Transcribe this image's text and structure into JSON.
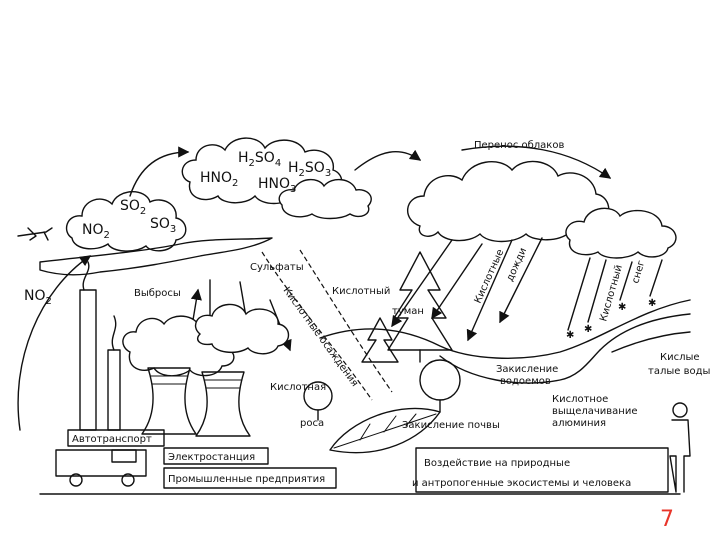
{
  "labels": {
    "cloud_transfer": "Перенос облаков",
    "emissions": "Выбросы",
    "sulfates": "Сульфаты",
    "acid_deposition": "Кислотные осаждения",
    "acid_fog_1": "Кислотный",
    "acid_fog_2": "туман",
    "acid_rain_1": "Кислотные",
    "acid_rain_2": "дожди",
    "acid_snow_1": "Кислотный",
    "acid_snow_2": "снег",
    "acid_dew_1": "Кислотная",
    "acid_dew_2": "роса",
    "water_acid_1": "Закисление",
    "water_acid_2": "водоемов",
    "acid_melt_1": "Кислые",
    "acid_melt_2": "талые воды",
    "leaching_1": "Кислотное",
    "leaching_2": "выщелачивание",
    "leaching_3": "алюминия",
    "soil_acid": "Закисление почвы",
    "transport": "Автотранспорт",
    "power_plant": "Электростанция",
    "industry": "Промышленные предприятия",
    "impact_1": "Воздействие на природные",
    "impact_2": "и антропогенные экосистемы и человека"
  },
  "chem": {
    "h2so4": {
      "base": "H",
      "s1": "2",
      "mid": "SO",
      "s2": "4"
    },
    "hno2": {
      "base": "HNO",
      "s1": "2"
    },
    "h2so3": {
      "base": "H",
      "s1": "2",
      "mid": "SO",
      "s2": "3"
    },
    "hno3": {
      "base": "HNO",
      "s1": "3"
    },
    "so2": {
      "base": "SO",
      "s1": "2"
    },
    "no2_cloud": {
      "base": "NO",
      "s1": "2"
    },
    "so3": {
      "base": "SO",
      "s1": "3"
    },
    "no2_left": {
      "base": "NO",
      "s1": "2"
    }
  },
  "page_number": "7",
  "colors": {
    "ink": "#111111",
    "page_number": "#e8352a"
  }
}
